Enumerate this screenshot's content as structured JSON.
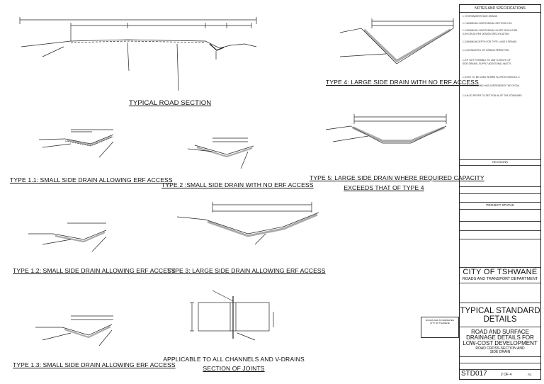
{
  "captions": {
    "typical_road": "TYPICAL ROAD SECTION",
    "type_1_1": "TYPE 1.1: SMALL SIDE DRAIN ALLOWING ERF ACCESS",
    "type_1_2": "TYPE 1.2: SMALL SIDE DRAIN ALLOWING ERF ACCESS",
    "type_1_3": "TYPE 1.3: SMALL SIDE DRAIN ALLOWING ERF ACCESS",
    "type_2": "TYPE 2 :SMALL SIDE DRAIN WITH NO ERF ACCESS",
    "type_3": "TYPE 3: LARGE SIDE DRAIN ALLOWING ERF ACCESS",
    "type_4": "TYPE 4: LARGE SIDE DRAIN WITH NO ERF ACCESS",
    "type_5_line1": "TYPE 5: LARGE SIDE DRAIN WHERE REQUIRED CAPACITY",
    "type_5_line2": "EXCEEDS THAT OF TYPE 4",
    "joints_line1": "APPLICABLE TO ALL CHANNELS AND V-DRAINS",
    "joints_line2": "SECTION OF JOINTS"
  },
  "title_block": {
    "notes_header": "NOTES AND SPECIFICATIONS",
    "notes": [
      "1.  STORMWATER SIDE DRAINS",
      "1.1  MINIMUM LONGITUDINAL SECTION 0,5%.",
      "1.2  MINIMUM LONGITUDINAL SLOPE SHOULD BE",
      "     0,5% OR AS PER DESIGN SPECIFICATION",
      "1.3  MINIMUM DEPTH FOR TYPE 4 AND 5 DRAINS",
      "1.4  NO BACKFILL OF DRAINS PERMITTED",
      "1.5  IF NOT POSSIBLE TO LIMIT LENGTH OF",
      "     SIDE DRAINS, SUPPLY ADDITIONAL INLETS",
      "1.6  NOT TO BE USED WHERE SLOPE EXCEEDS 1:3",
      "1.7  THIS DRAWING HAS SUPERSEDED THE DETAIL",
      "1.8  ALSO REFER TO SECTION 6A OF THE STANDARD"
    ],
    "revisions_label": "REVISIONS",
    "project_status_label": "PROJECT STATUS",
    "city": "CITY OF TSHWANE",
    "department": "ROADS AND TRANSPORT DEPARTMENT",
    "title_line1": "TYPICAL STANDARD",
    "title_line2": "DETAILS",
    "sub_line1": "ROAD AND SURFACE",
    "sub_line2": "DRAINAGE DETAILS FOR",
    "sub_line3": "LOW-COST DEVELOPMENT",
    "sub_line4": "ROAD CROSS-SECTION AND",
    "sub_line5": "SIDE DRAIN",
    "drawing_no": "STD017",
    "sheet": "2 OF 4",
    "rev": "A1"
  },
  "stamp": {
    "line1": "ROADS AND STORMWATER",
    "line2": "CITY OF TSHWANE"
  }
}
